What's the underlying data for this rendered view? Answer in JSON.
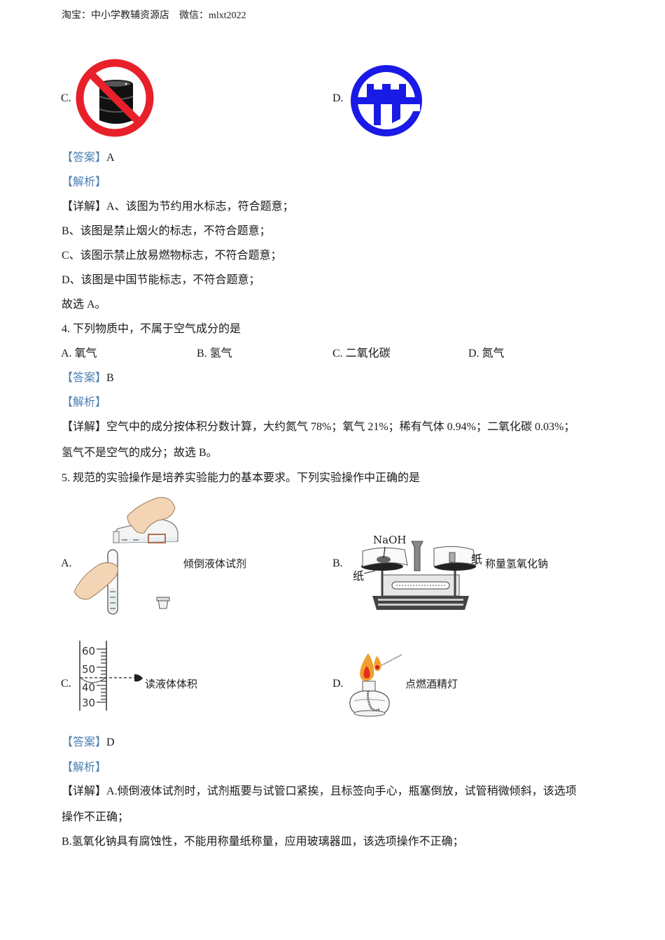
{
  "header": {
    "shop": "淘宝：中小学教辅资源店",
    "wechat": "微信：mlxt2022"
  },
  "q3": {
    "options": [
      {
        "label": "C.",
        "icon": "no-flammable-barrel-sign"
      },
      {
        "label": "D.",
        "icon": "china-energy-saving-logo"
      }
    ],
    "answer_tag": "【答案】",
    "answer": "A",
    "analysis_tag": "【解析】",
    "detail_tag": "【详解】",
    "detail_lines": [
      "A、该图为节约用水标志，符合题意；",
      "B、该图是禁止烟火的标志，不符合题意；",
      "C、该图示禁止放易燃物标志，不符合题意；",
      "D、该图是中国节能标志，不符合题意；",
      "故选 A。"
    ]
  },
  "q4": {
    "stem": "4. 下列物质中，不属于空气成分的是",
    "options": [
      "A. 氧气",
      "B. 氢气",
      "C. 二氧化碳",
      "D. 氮气"
    ],
    "answer_tag": "【答案】",
    "answer": "B",
    "analysis_tag": "【解析】",
    "detail_tag": "【详解】",
    "detail_lines": [
      "空气中的成分按体积分数计算，大约氮气 78%；氧气 21%；稀有气体 0.94%；二氧化碳 0.03%；",
      "氢气不是空气的成分；故选 B。"
    ]
  },
  "q5": {
    "stem": "5. 规范的实验操作是培养实验能力的基本要求。下列实验操作中正确的是",
    "options": [
      {
        "label": "A.",
        "caption": "倾倒液体试剂",
        "icon": "pouring-liquid-illustration"
      },
      {
        "label": "B.",
        "caption": "称量氢氧化钠",
        "icon": "balance-scale-illustration",
        "labels": {
          "naoh": "NaOH",
          "paper_left": "纸",
          "paper_right": "纸"
        }
      },
      {
        "label": "C.",
        "caption": "读液体体积",
        "icon": "graduated-cylinder-illustration",
        "ticks": [
          "60",
          "50",
          "40",
          "30"
        ]
      },
      {
        "label": "D.",
        "caption": "点燃酒精灯",
        "icon": "alcohol-lamp-illustration"
      }
    ],
    "answer_tag": "【答案】",
    "answer": "D",
    "analysis_tag": "【解析】",
    "detail_tag": "【详解】",
    "detail_lines": [
      "A.倾倒液体试剂时，试剂瓶要与试管口紧挨，且标签向手心，瓶塞倒放，试管稍微倾斜，该选项",
      "操作不正确；",
      "B.氢氧化钠具有腐蚀性，不能用称量纸称量，应用玻璃器皿，该选项操作不正确；"
    ]
  },
  "colors": {
    "tag_blue": "#4a7fb5",
    "prohibit_red": "#e8202a",
    "logo_blue": "#1a1ae6"
  }
}
